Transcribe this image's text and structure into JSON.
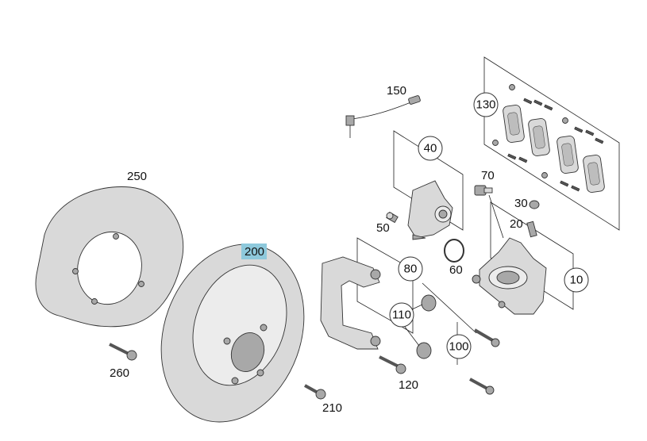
{
  "diagram": {
    "labels": {
      "p10": "10",
      "p20": "20",
      "p30": "30",
      "p40": "40",
      "p50": "50",
      "p60": "60",
      "p70": "70",
      "p80": "80",
      "p100": "100",
      "p110": "110",
      "p120": "120",
      "p130": "130",
      "p150": "150",
      "p200": "200",
      "p210": "210",
      "p250": "250",
      "p260": "260"
    },
    "highlighted_part": "200",
    "highlight_color": "#8ec9dc"
  }
}
